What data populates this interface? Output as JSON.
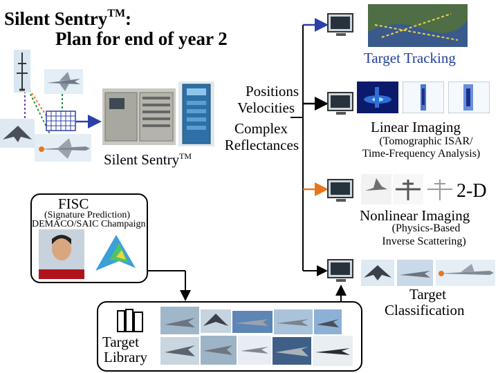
{
  "title": {
    "line1": "Silent Sentry",
    "tm": "TM",
    "colon": ":",
    "line2": "Plan for end of year 2"
  },
  "sensor_group": {
    "system_label": "Silent Sentry",
    "system_tm": "TM",
    "outputs": [
      "Positions",
      "Velocities",
      "Complex",
      "Reflectances"
    ]
  },
  "fisc": {
    "title": "FISC",
    "subtitle": "(Signature Prediction)",
    "org": "DEMACO/SAIC Champaign"
  },
  "library": {
    "label_line1": "Target",
    "label_line2": "Library"
  },
  "outputs": {
    "tracking": {
      "label": "Target Tracking"
    },
    "linear": {
      "label": "Linear Imaging",
      "sub1": "(Tomographic ISAR/",
      "sub2": "Time-Frequency Analysis)"
    },
    "nonlinear": {
      "tag": "2-D",
      "label": "Nonlinear Imaging",
      "sub1": "(Physics-Based",
      "sub2": "Inverse Scattering)"
    },
    "classification": {
      "label_line1": "Target",
      "label_line2": "Classification"
    }
  },
  "colors": {
    "arrow_tracking": "#2b3fa8",
    "arrow_nonlinear": "#e8761c",
    "accent_blue": "#1f3f9a"
  }
}
